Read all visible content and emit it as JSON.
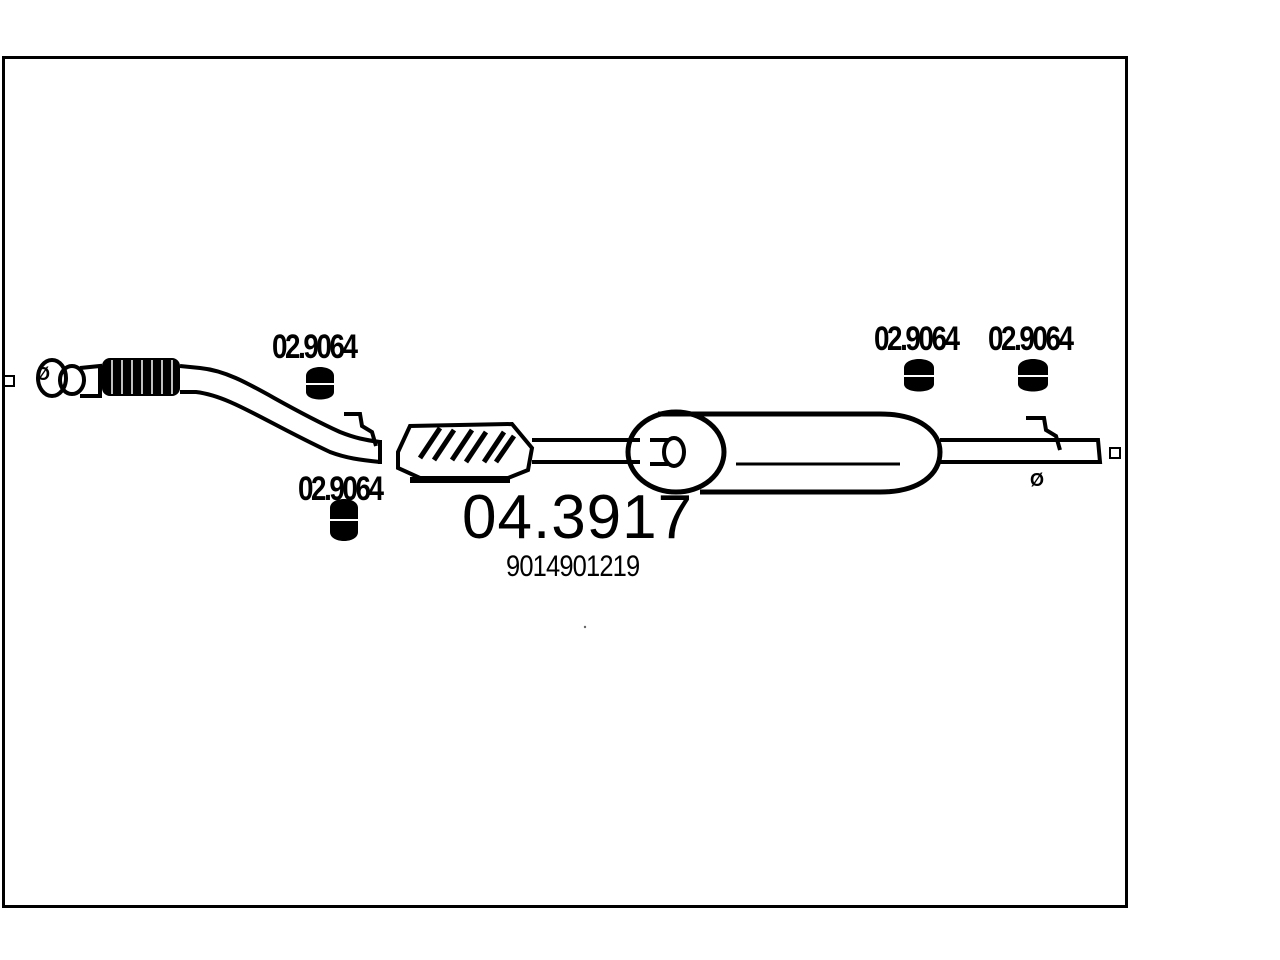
{
  "diagram": {
    "main_part_number": "04.3917",
    "oe_number": "9014901219",
    "clamp_labels": [
      "02.9064",
      "02.9064",
      "02.9064",
      "02.9064"
    ],
    "diameter_label_left": "Ø",
    "diameter_label_right": "Ø"
  }
}
